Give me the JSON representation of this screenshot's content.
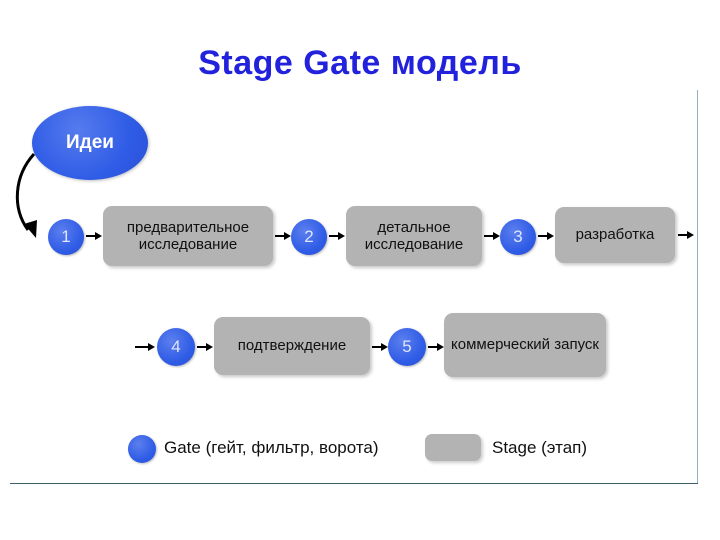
{
  "slide": {
    "title": "Stage Gate модель",
    "title_color": "#2222dd",
    "background": "#ffffff"
  },
  "colors": {
    "gate_blue": "#2f5ce6",
    "stage_gray": "#b3b3b3",
    "frame_line": "#3f6068",
    "text_dark": "#111111"
  },
  "start_node": {
    "label": "Идеи",
    "shape": "ellipse",
    "fill": "#2f5ce6",
    "text_color": "#ffffff"
  },
  "gates": [
    {
      "id": "gate-1",
      "label": "1"
    },
    {
      "id": "gate-2",
      "label": "2"
    },
    {
      "id": "gate-3",
      "label": "3"
    },
    {
      "id": "gate-4",
      "label": "4"
    },
    {
      "id": "gate-5",
      "label": "5"
    }
  ],
  "stages": [
    {
      "id": "stage-1",
      "label": "предварительное исследование"
    },
    {
      "id": "stage-2",
      "label": "детальное исследование"
    },
    {
      "id": "stage-3",
      "label": "разработка"
    },
    {
      "id": "stage-4",
      "label": "подтверждение"
    },
    {
      "id": "stage-5",
      "label": "коммерческий запуск"
    }
  ],
  "flow": {
    "row1": [
      "Идеи",
      "1",
      "предварительное исследование",
      "2",
      "детальное исследование",
      "3",
      "разработка"
    ],
    "row2": [
      "4",
      "подтверждение",
      "5",
      "коммерческий запуск"
    ]
  },
  "legend": {
    "gate": {
      "swatch": "circle",
      "color": "#2f5ce6",
      "label": "Gate (гейт, фильтр, ворота)"
    },
    "stage": {
      "swatch": "rounded-rect",
      "color": "#b3b3b3",
      "label": "Stage (этап)"
    }
  }
}
